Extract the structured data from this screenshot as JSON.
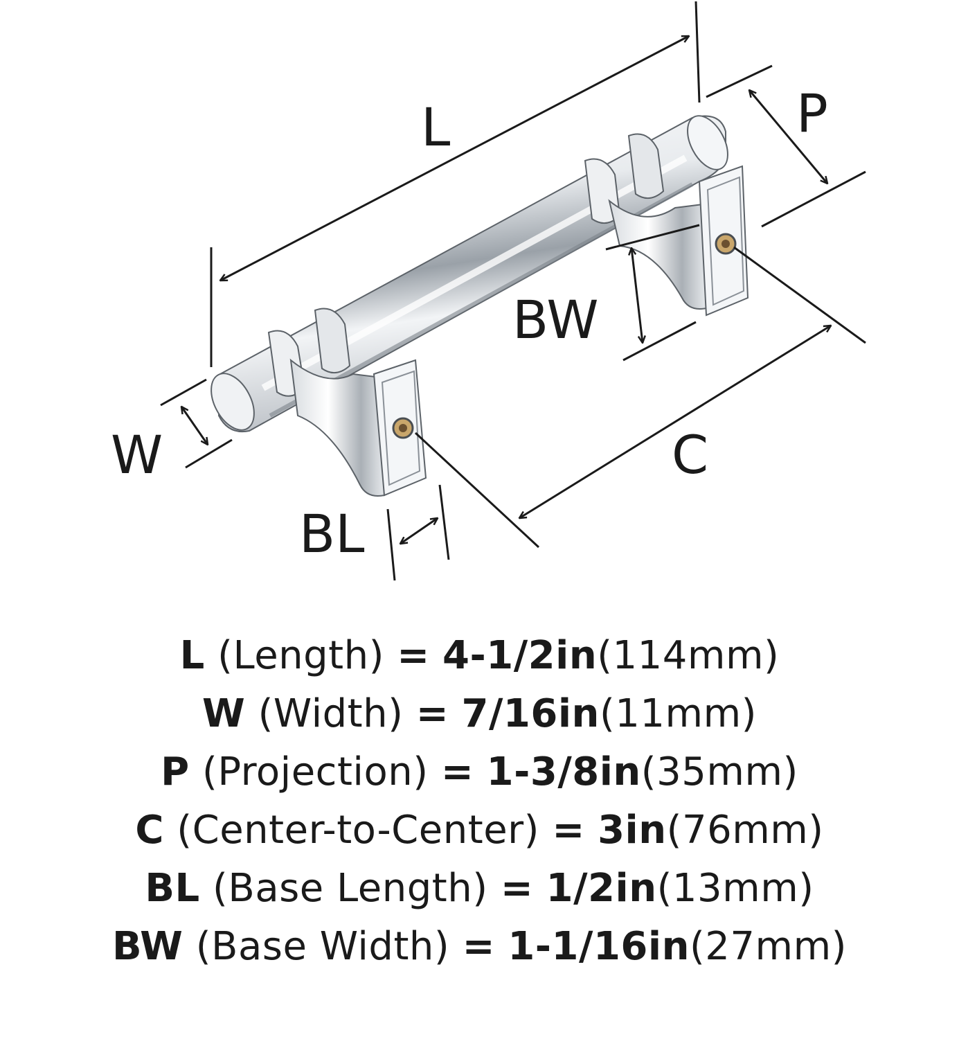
{
  "diagram": {
    "labels": {
      "L": "L",
      "P": "P",
      "BW": "BW",
      "W": "W",
      "C": "C",
      "BL": "BL"
    }
  },
  "specs": [
    {
      "code": "L",
      "name": "(Length)",
      "eq": "=",
      "in": "4-1/2in",
      "mm": "(114mm)"
    },
    {
      "code": "W",
      "name": "(Width)",
      "eq": "=",
      "in": "7/16in",
      "mm": "(11mm)"
    },
    {
      "code": "P",
      "name": "(Projection)",
      "eq": "=",
      "in": "1-3/8in",
      "mm": "(35mm)"
    },
    {
      "code": "C",
      "name": "(Center-to-Center)",
      "eq": "=",
      "in": "3in",
      "mm": "(76mm)"
    },
    {
      "code": "BL",
      "name": "(Base Length)",
      "eq": "=",
      "in": "1/2in",
      "mm": "(13mm)"
    },
    {
      "code": "BW",
      "name": "(Base Width)",
      "eq": "=",
      "in": "1-1/16in",
      "mm": "(27mm)"
    }
  ],
  "colors": {
    "ink": "#1a1a1a",
    "chrome_light": "#f4f6f8",
    "chrome_mid": "#c9ced4",
    "chrome_dark": "#6b7178"
  }
}
